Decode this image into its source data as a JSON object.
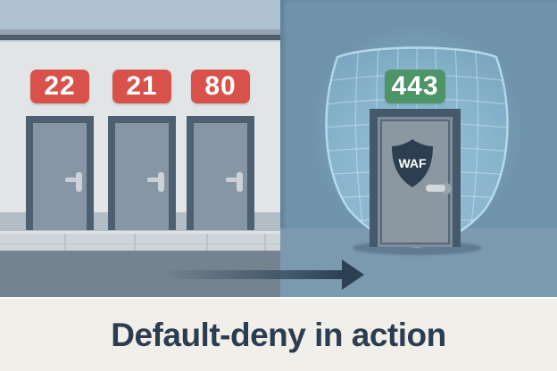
{
  "scene": {
    "left": {
      "ports": [
        {
          "label": "22"
        },
        {
          "label": "21"
        },
        {
          "label": "80"
        }
      ],
      "port_badge_color": "#d8524b"
    },
    "right": {
      "port": {
        "label": "443"
      },
      "port_badge_color": "#4d9466",
      "waf_label": "WAF",
      "shield_glow_color": "#bce4f2"
    },
    "arrow_color": "#2c4054"
  },
  "caption": {
    "text": "Default-deny in action",
    "text_color": "#2c3d4f",
    "background_color": "#f0efea"
  }
}
